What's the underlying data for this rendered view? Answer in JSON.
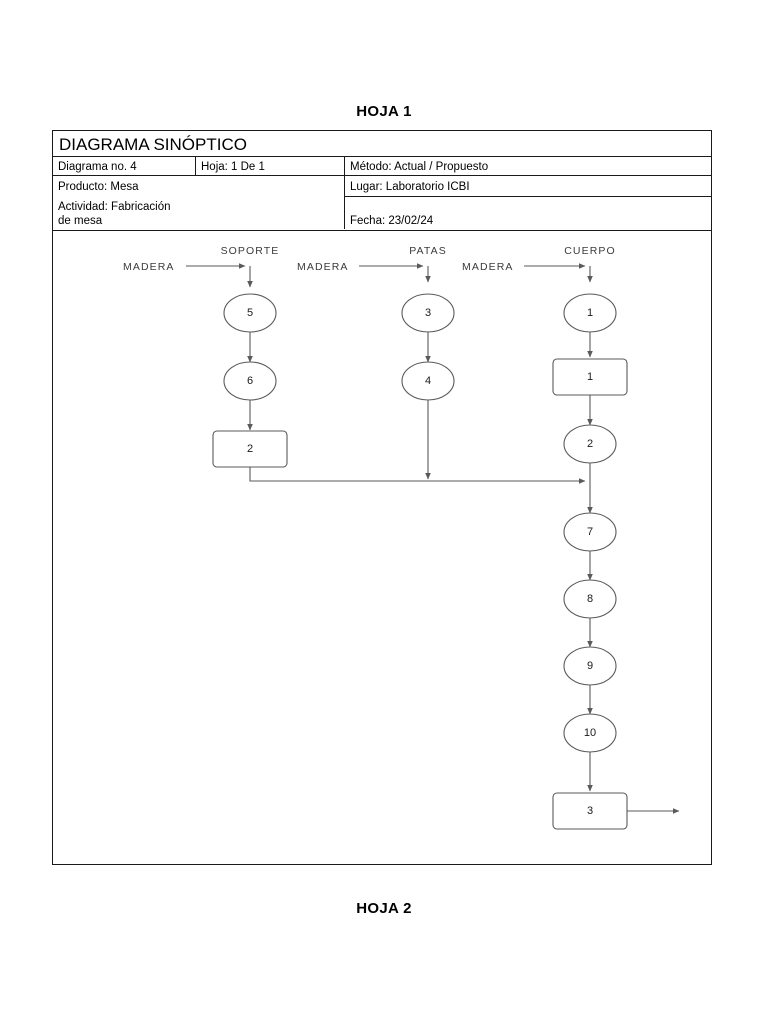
{
  "sheet": {
    "heading_top": "HOJA 1",
    "heading_bottom": "HOJA 2"
  },
  "info_table": {
    "title": "DIAGRAMA SINÓPTICO",
    "diagrama_no": "Diagrama no. 4",
    "hoja": "Hoja: 1   De  1",
    "metodo": "Método: Actual / Propuesto",
    "producto": "Producto: Mesa",
    "lugar": "Lugar: Laboratorio ICBI",
    "actividad": "Actividad: Fabricación\nde mesa",
    "fecha": "Fecha: 23/02/24"
  },
  "diagram": {
    "columns": [
      {
        "title": "SOPORTE",
        "input": "MADERA"
      },
      {
        "title": "PATAS",
        "input": "MADERA"
      },
      {
        "title": "CUERPO",
        "input": "MADERA"
      }
    ],
    "nodes": {
      "soporte": [
        {
          "type": "operation",
          "label": "5"
        },
        {
          "type": "operation",
          "label": "6"
        },
        {
          "type": "inspection",
          "label": "2"
        }
      ],
      "patas": [
        {
          "type": "operation",
          "label": "3"
        },
        {
          "type": "operation",
          "label": "4"
        }
      ],
      "cuerpo": [
        {
          "type": "operation",
          "label": "1"
        },
        {
          "type": "inspection",
          "label": "1"
        },
        {
          "type": "operation",
          "label": "2"
        },
        {
          "type": "operation",
          "label": "7"
        },
        {
          "type": "operation",
          "label": "8"
        },
        {
          "type": "operation",
          "label": "9"
        },
        {
          "type": "operation",
          "label": "10"
        },
        {
          "type": "inspection",
          "label": "3"
        }
      ]
    },
    "colors": {
      "shape_stroke": "#5a5a5a",
      "shape_fill": "#ffffff",
      "frame": "#1a1a1a",
      "label_text": "#3b3b3b"
    }
  }
}
